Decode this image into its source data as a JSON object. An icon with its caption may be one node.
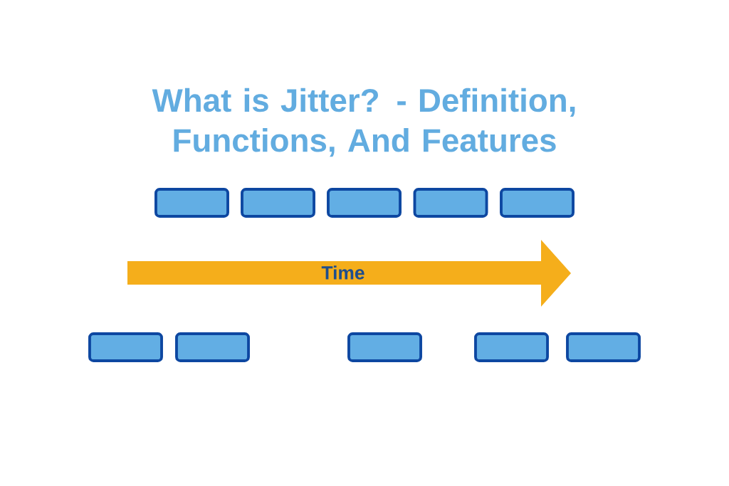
{
  "diagram": {
    "title": "What is Jitter? - Definition, Functions, And Features",
    "nodes": [
      {
        "text": [],
        "shape": "box"
      },
      {
        "text": [],
        "shape": "box"
      },
      {
        "text": [],
        "shape": "box"
      },
      {
        "text": [],
        "shape": "box"
      },
      {
        "text": [],
        "shape": "box"
      },
      {
        "text": [],
        "shape": "box"
      },
      {
        "text": [],
        "shape": "box"
      },
      {
        "text": [],
        "shape": "box"
      },
      {
        "text": [],
        "shape": "box"
      },
      {
        "text": [],
        "shape": "box"
      }
    ],
    "labels": [
      "Time"
    ]
  }
}
